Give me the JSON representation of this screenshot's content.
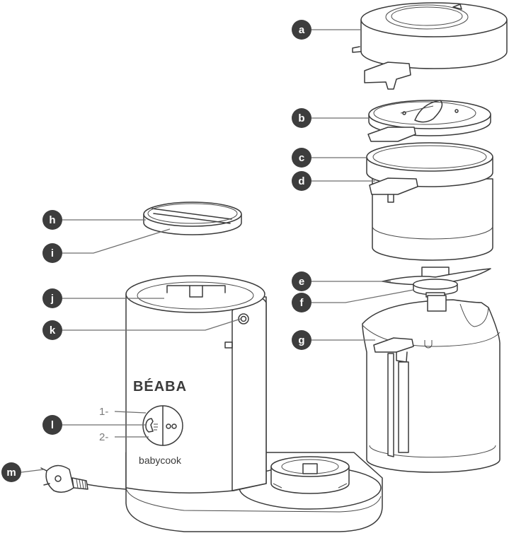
{
  "brand": "BÉABA",
  "model": "babycook",
  "steps": [
    "1-",
    "2-"
  ],
  "callouts": [
    "a",
    "b",
    "c",
    "d",
    "e",
    "f",
    "g",
    "h",
    "i",
    "j",
    "k",
    "l",
    "m"
  ],
  "colors": {
    "line": "#3a3a3a",
    "badge": "#3d3d3d",
    "leader": "#6d6d6d",
    "step_text": "#7a7a7a"
  }
}
